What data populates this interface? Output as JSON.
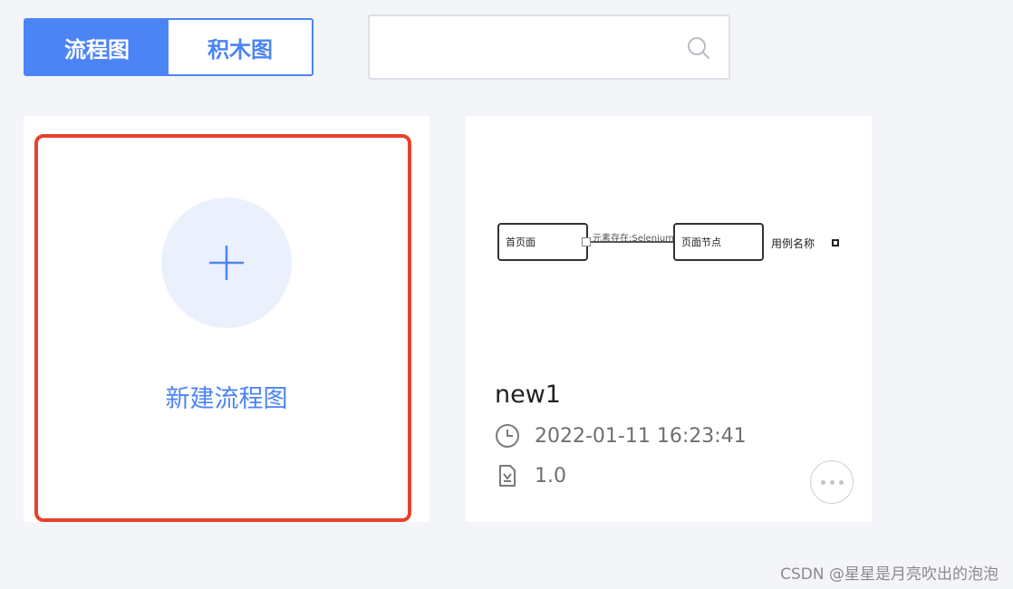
{
  "tabs": [
    {
      "label": "流程图",
      "active": true
    },
    {
      "label": "积木图",
      "active": false
    }
  ],
  "search": {
    "value": "",
    "placeholder": "",
    "icon": "search-icon"
  },
  "new_card": {
    "label": "新建流程图",
    "icon": "plus-icon"
  },
  "flow_card": {
    "title": "new1",
    "timestamp": "2022-01-11 16:23:41",
    "version": "1.0",
    "thumbnail": {
      "node1": "首页面",
      "edge_label": "元素存在:Selenium",
      "node2": "页面节点",
      "case_label": "用例名称"
    }
  },
  "watermark": "CSDN @星星是月亮吹出的泡泡",
  "colors": {
    "accent": "#4c84f5",
    "highlight": "#e8412b",
    "background": "#f4f5f9"
  }
}
